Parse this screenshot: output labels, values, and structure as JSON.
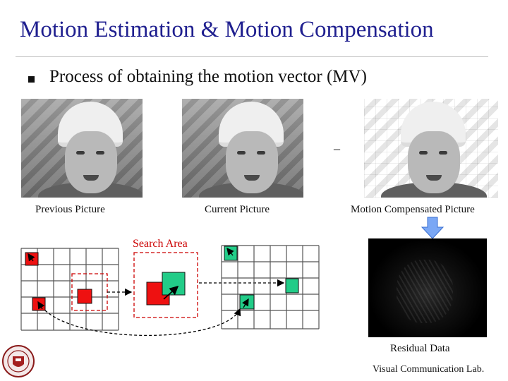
{
  "slide": {
    "title": "Motion Estimation & Motion Compensation",
    "bullet": "Process of obtaining the motion vector (MV)",
    "minus_sign": "_"
  },
  "images": {
    "previous_caption": "Previous Picture",
    "current_caption": "Current Picture",
    "compensated_caption": "Motion Compensated Picture",
    "residual_caption": "Residual Data"
  },
  "diagram": {
    "search_area_label": "Search Area",
    "colors": {
      "red": "#ee1111",
      "green": "#22cc88",
      "search_outline": "#cc0000",
      "grid": "#555555",
      "arrow_down": "#7aa7f5"
    }
  },
  "footer": {
    "lab": "Visual Communication Lab."
  }
}
